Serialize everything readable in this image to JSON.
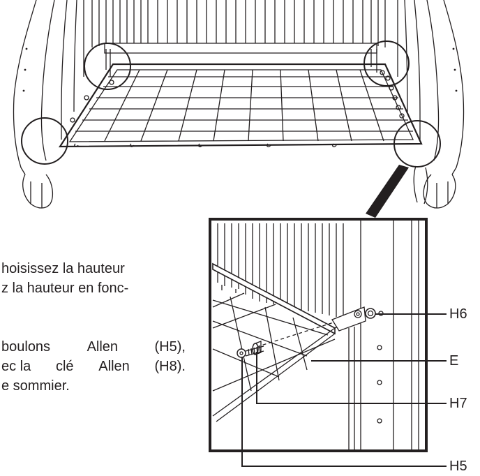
{
  "instructions": {
    "step1_line1": "hoisissez la hauteur",
    "step1_line2": "z la hauteur en fonc-",
    "step2_line1_a": "boulons",
    "step2_line1_b": "Allen",
    "step2_line1_c": "(H5),",
    "step2_line2_a": "ec la",
    "step2_line2_b": "clé",
    "step2_line2_c": "Allen",
    "step2_line2_d": "(H8).",
    "step2_line3": "e sommier."
  },
  "callouts": {
    "h6": "H6",
    "e": "E",
    "h7": "H7",
    "h5": "H5"
  }
}
